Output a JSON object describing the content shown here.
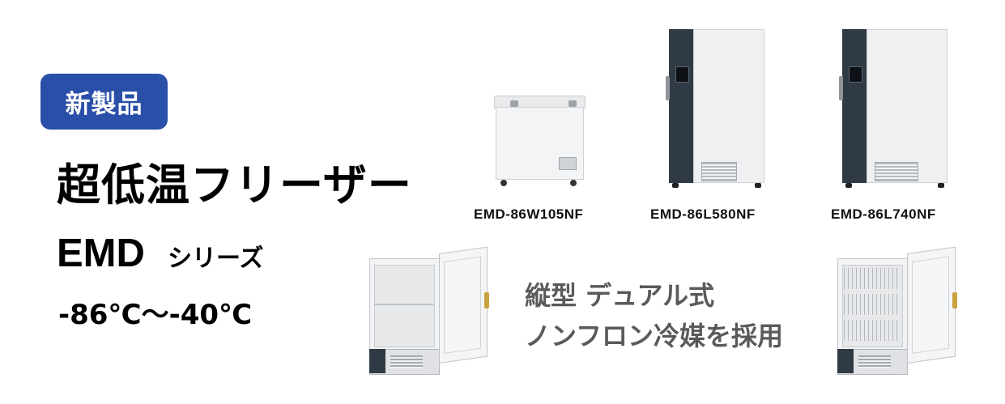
{
  "badge": {
    "label": "新製品"
  },
  "title": "超低温フリーザー",
  "series": {
    "name": "EMD",
    "suffix": "シリーズ"
  },
  "temperature_range": "-86℃～-40℃",
  "models": [
    {
      "name": "EMD-86W105NF"
    },
    {
      "name": "EMD-86L580NF"
    },
    {
      "name": "EMD-86L740NF"
    }
  ],
  "feature": {
    "line1": "縦型 デュアル式",
    "line2": "ノンフロン冷媒を採用"
  },
  "colors": {
    "badge_bg": "#2a4fa8",
    "feature_text": "#5a5a5a",
    "freezer_panel": "#2f3a45"
  }
}
